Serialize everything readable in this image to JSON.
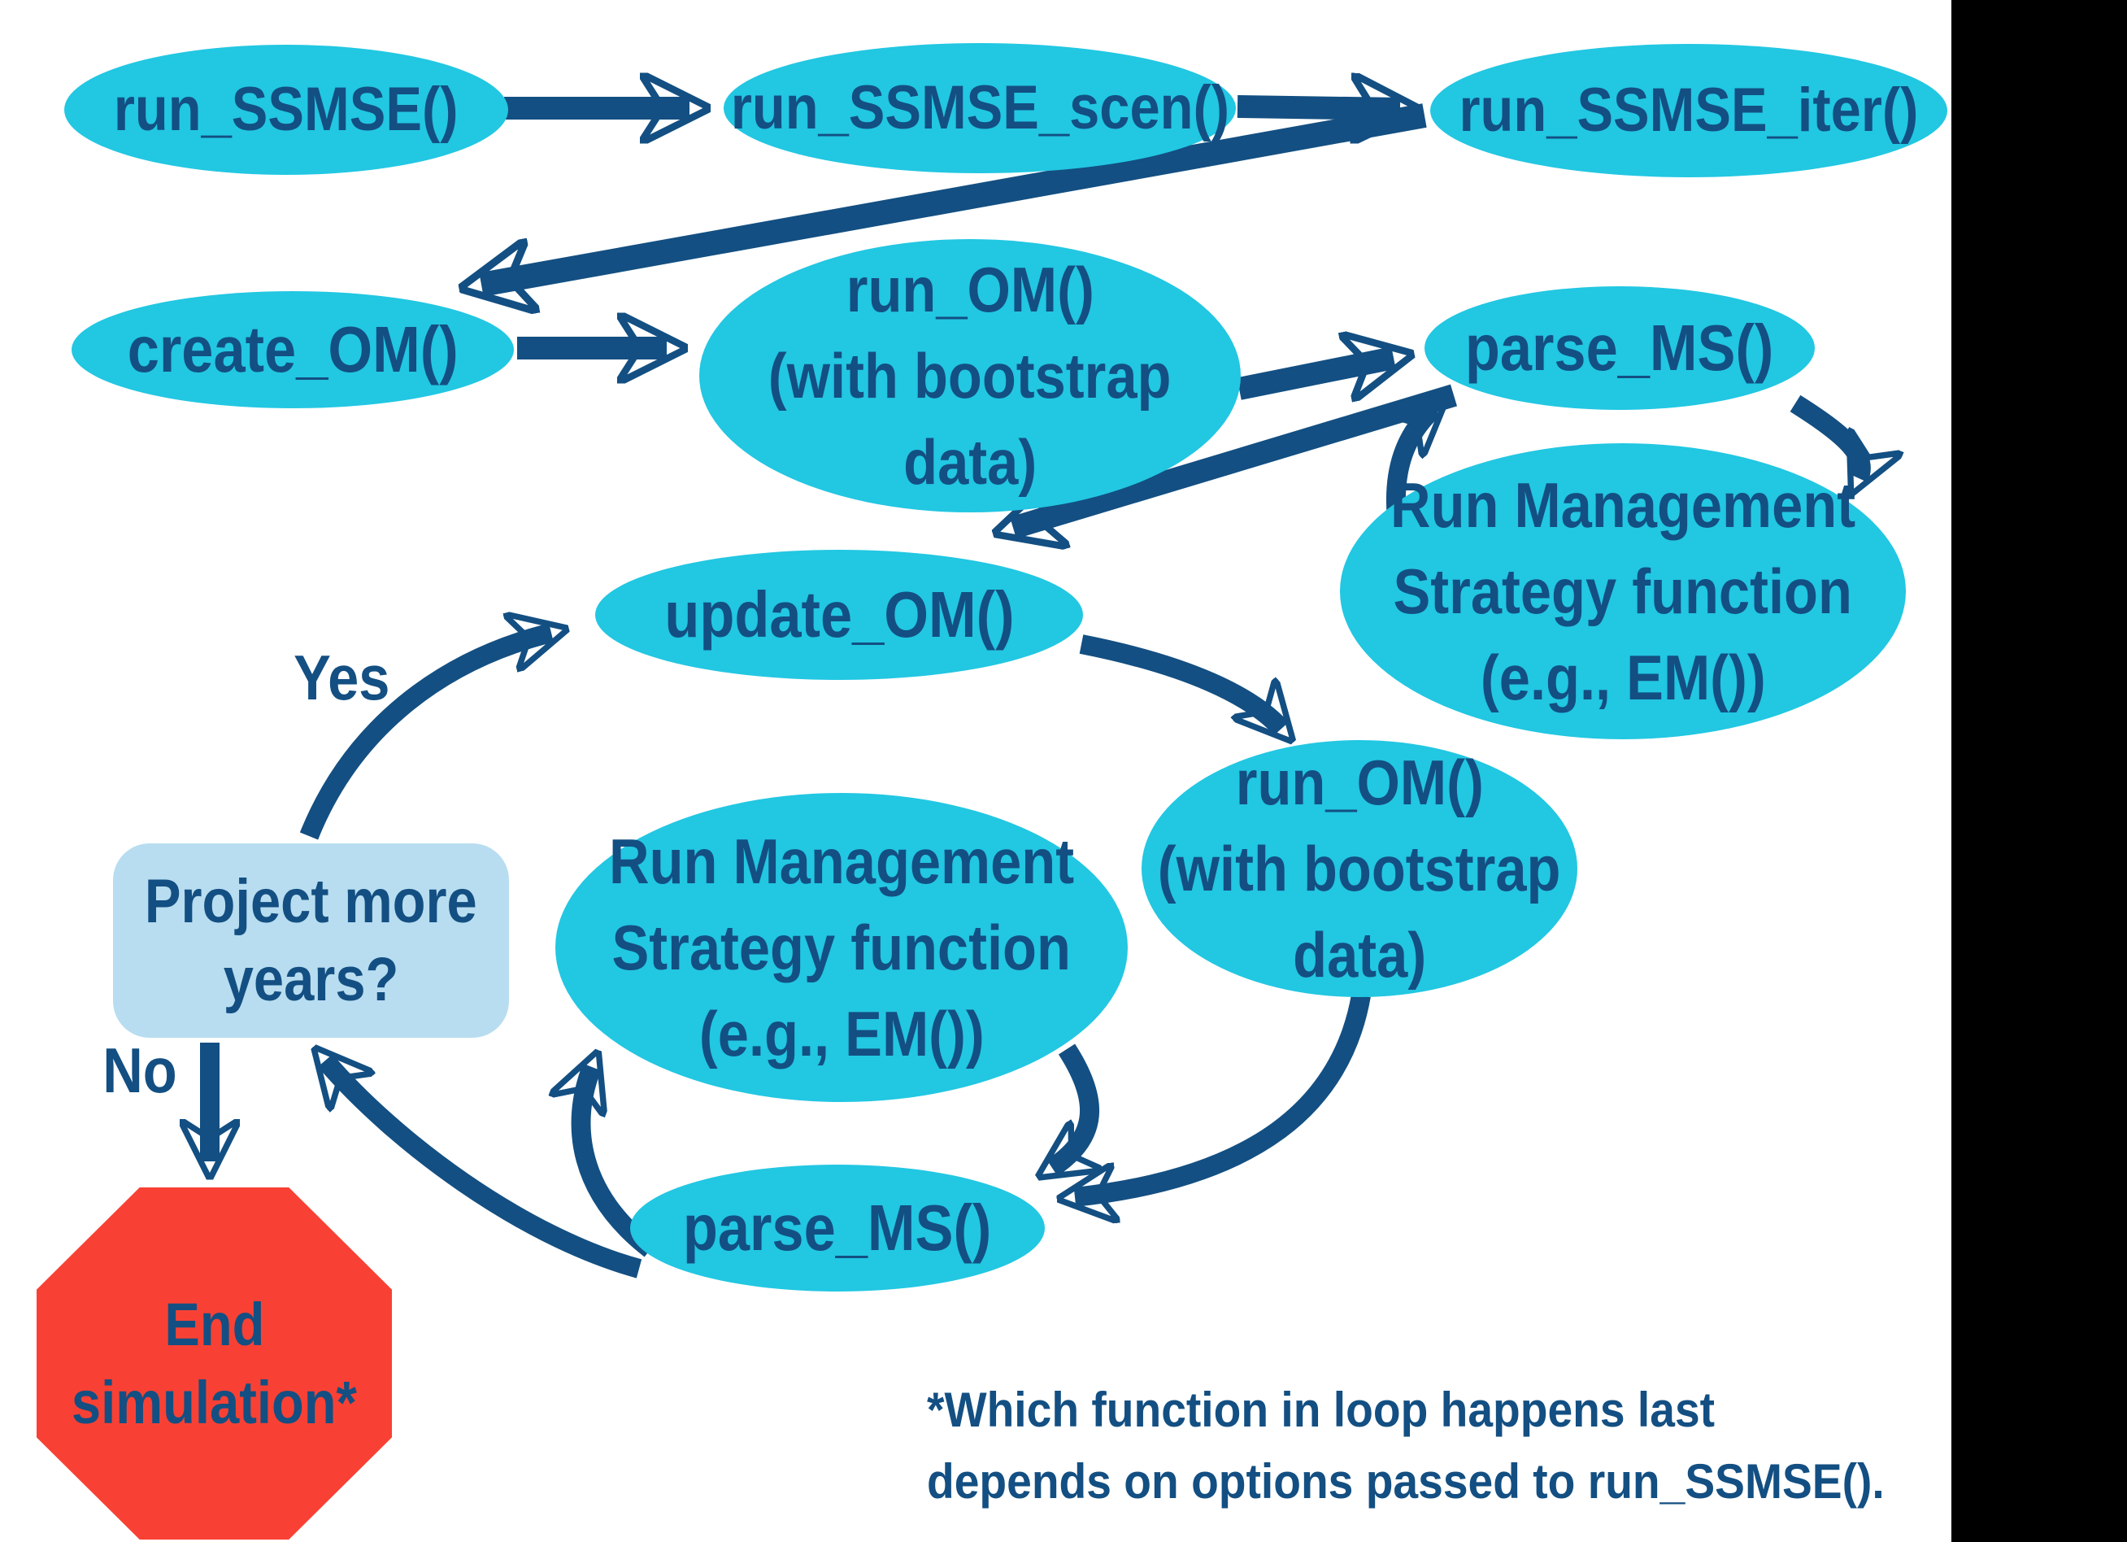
{
  "title": "SSMSE function flow diagram",
  "colors": {
    "node_fill": "#22C7E2",
    "text_and_arrows": "#134F82",
    "decision_fill": "#B8DDF0",
    "end_fill": "#F84134",
    "background": "#FFFFFF",
    "right_bar": "#000000"
  },
  "nodes": {
    "run_ssmse": {
      "label": "run_SSMSE()"
    },
    "run_ssmse_scen": {
      "label": "run_SSMSE_scen()"
    },
    "run_ssmse_iter": {
      "label": "run_SSMSE_iter()"
    },
    "create_om": {
      "label": "create_OM()"
    },
    "run_om_1": {
      "lines": [
        "run_OM()",
        "(with bootstrap",
        "data)"
      ]
    },
    "parse_ms_1": {
      "label": "parse_MS()"
    },
    "run_ms_1": {
      "lines": [
        "Run Management",
        "Strategy function",
        "(e.g., EM())"
      ]
    },
    "update_om": {
      "label": "update_OM()"
    },
    "run_om_2": {
      "lines": [
        "run_OM()",
        "(with bootstrap",
        "data)"
      ]
    },
    "run_ms_2": {
      "lines": [
        "Run Management",
        "Strategy function",
        "(e.g., EM())"
      ]
    },
    "parse_ms_2": {
      "label": "parse_MS()"
    },
    "decision": {
      "lines": [
        "Project more",
        "years?"
      ]
    },
    "end": {
      "lines": [
        "End",
        "simulation*"
      ]
    }
  },
  "edge_labels": {
    "yes": "Yes",
    "no": "No"
  },
  "edges": [
    {
      "from": "run_SSMSE()",
      "to": "run_SSMSE_scen()"
    },
    {
      "from": "run_SSMSE_scen()",
      "to": "run_SSMSE_iter()"
    },
    {
      "from": "run_SSMSE_iter()",
      "to": "create_OM()"
    },
    {
      "from": "create_OM()",
      "to": "run_OM() (with bootstrap data)"
    },
    {
      "from": "run_OM() (with bootstrap data)",
      "to": "parse_MS()"
    },
    {
      "from": "parse_MS()",
      "to": "Run Management Strategy function (e.g., EM())"
    },
    {
      "from": "Run Management Strategy function (e.g., EM())",
      "to": "parse_MS()"
    },
    {
      "from": "parse_MS()",
      "to": "update_OM()"
    },
    {
      "from": "update_OM()",
      "to": "run_OM() (with bootstrap data) [loop]"
    },
    {
      "from": "run_OM() (with bootstrap data) [loop]",
      "to": "parse_MS() [loop]"
    },
    {
      "from": "Run Management Strategy function (e.g., EM()) [loop]",
      "to": "parse_MS() [loop]"
    },
    {
      "from": "parse_MS() [loop]",
      "to": "Run Management Strategy function (e.g., EM()) [loop]"
    },
    {
      "from": "parse_MS() [loop]",
      "to": "Project more years?"
    },
    {
      "from": "Project more years?",
      "to": "update_OM()",
      "label": "Yes"
    },
    {
      "from": "Project more years?",
      "to": "End simulation*",
      "label": "No"
    }
  ],
  "footnote": {
    "lines": [
      "*Which function in loop happens last",
      "depends on options passed to run_SSMSE()."
    ]
  }
}
